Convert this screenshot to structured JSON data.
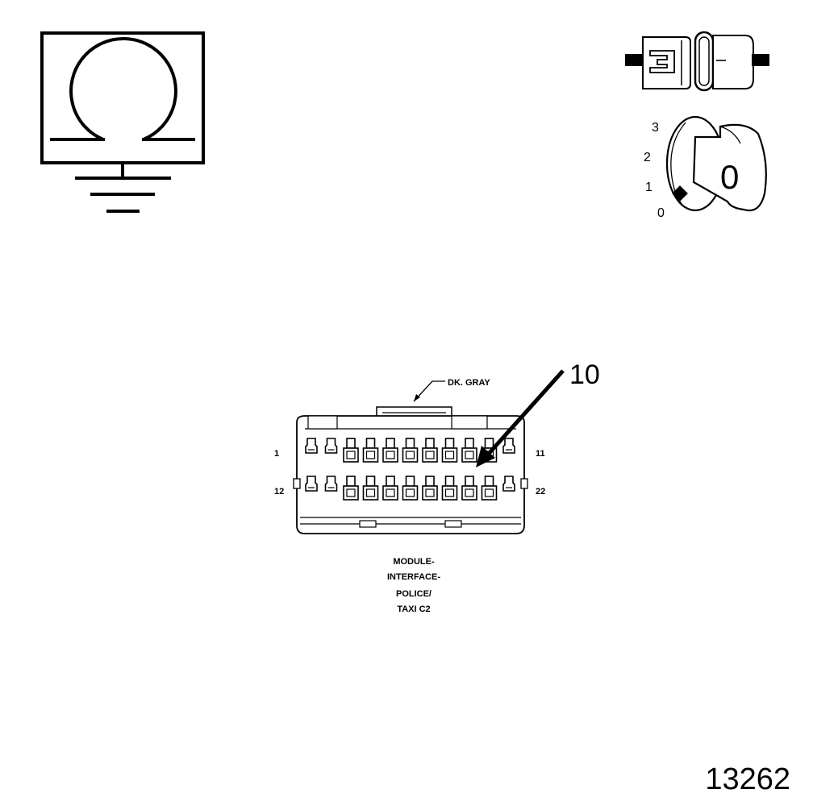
{
  "ohmmeter_icon": "ohmmeter-ground-icon",
  "connector_plug_icon": "disconnected-connector-icon",
  "ignition": {
    "icon": "ignition-key-icon",
    "positions": [
      "3",
      "2",
      "1",
      "0"
    ],
    "key_label": "0"
  },
  "connector": {
    "color_label": "DK. GRAY",
    "callout_pin": "10",
    "pin_row_labels": {
      "top_left": "1",
      "top_right": "11",
      "bottom_left": "12",
      "bottom_right": "22"
    },
    "pins_per_row": 11,
    "name_lines": [
      "MODULE-",
      "INTERFACE-",
      "POLICE/",
      "TAXI C2"
    ]
  },
  "figure_number": "13262"
}
